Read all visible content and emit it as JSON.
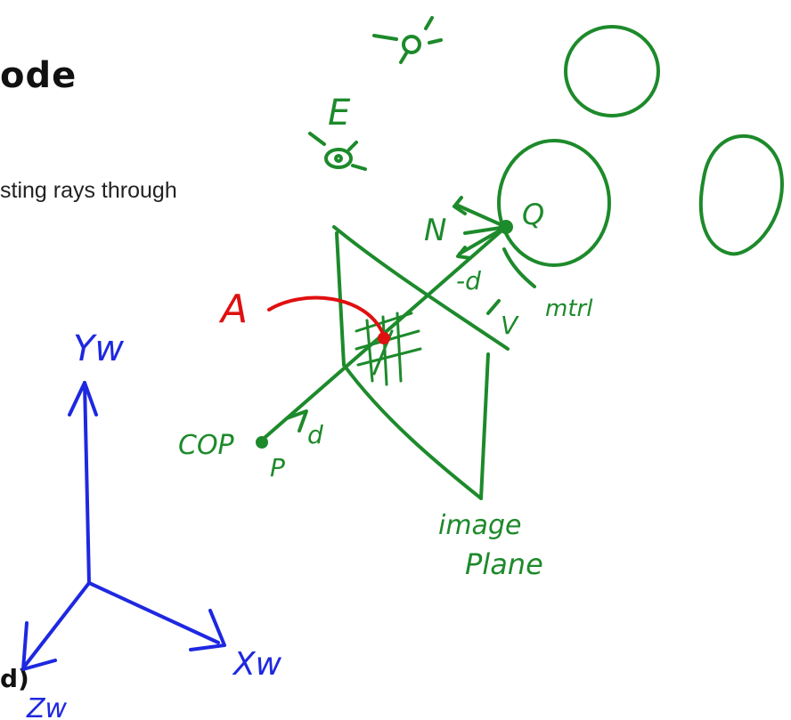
{
  "slide": {
    "heading_fragment": "ode",
    "body_fragment": "sting rays through",
    "corner_fragment": "d)"
  },
  "annotations": {
    "eye_label": "E",
    "surface_normal": "N",
    "point_q": "Q",
    "direction_neg_d": "-d",
    "direction_v": "V",
    "material": "mtrl",
    "point_a": "A",
    "cop": "COP",
    "point_p": "P",
    "direction_d": "d",
    "image_plane_line1": "image",
    "image_plane_line2": "Plane"
  },
  "axes": {
    "y_label": "Yw",
    "x_label": "Xw",
    "z_label": "Zw"
  },
  "colors": {
    "green_ink": "#1d8a2b",
    "blue_ink": "#1e28e0",
    "red_ink": "#e01010"
  }
}
